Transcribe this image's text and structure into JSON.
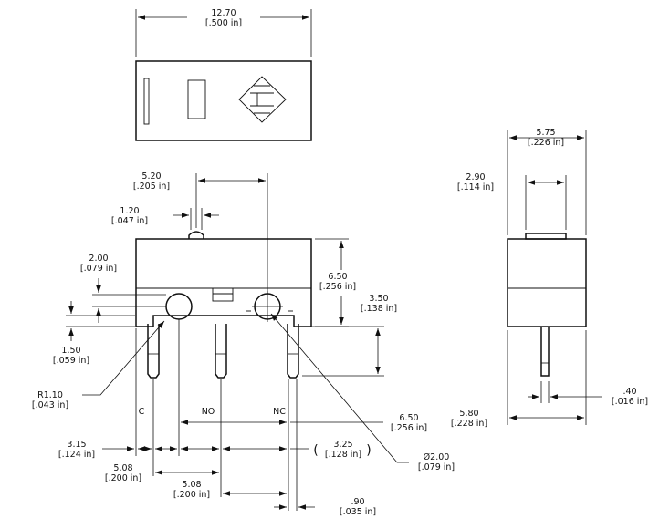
{
  "dims": {
    "top_width": {
      "mm": "12.70",
      "in": "[.500 in]"
    },
    "actuator_offset": {
      "mm": "5.20",
      "in": "[.205 in]"
    },
    "actuator_width": {
      "mm": "1.20",
      "in": "[.047 in]"
    },
    "pin_hole_offset": {
      "mm": "2.00",
      "in": "[.079 in]"
    },
    "body_height": {
      "mm": "6.50",
      "in": "[.256 in]"
    },
    "pin_height": {
      "mm": "3.50",
      "in": "[.138 in]"
    },
    "hole_to_base": {
      "mm": "1.50",
      "in": "[.059 in]"
    },
    "radius": {
      "mm": "R1.10",
      "in": "[.043 in]"
    },
    "terminal_offset": {
      "mm": "3.15",
      "in": "[.124 in]"
    },
    "pitch_1": {
      "mm": "5.08",
      "in": "[.200 in]"
    },
    "pitch_2": {
      "mm": "5.08",
      "in": "[.200 in]"
    },
    "ref_dim": {
      "mm": "3.25",
      "in": "[.128 in]"
    },
    "nc_span": {
      "mm": "6.50",
      "in": "[.256 in]"
    },
    "hole_diameter": {
      "mm": "Ø2.00",
      "in": "[.079 in]"
    },
    "pin_width": {
      "mm": ".90",
      "in": "[.035 in]"
    },
    "side_width": {
      "mm": "5.75",
      "in": "[.226 in]"
    },
    "side_actuator": {
      "mm": "2.90",
      "in": "[.114 in]"
    },
    "side_pin_thickness": {
      "mm": ".40",
      "in": "[.016 in]"
    },
    "side_depth": {
      "mm": "5.80",
      "in": "[.228 in]"
    }
  },
  "labels": {
    "common": "C",
    "normally_open": "NO",
    "normally_closed": "NC",
    "paren_open": "(",
    "paren_close": ")"
  }
}
